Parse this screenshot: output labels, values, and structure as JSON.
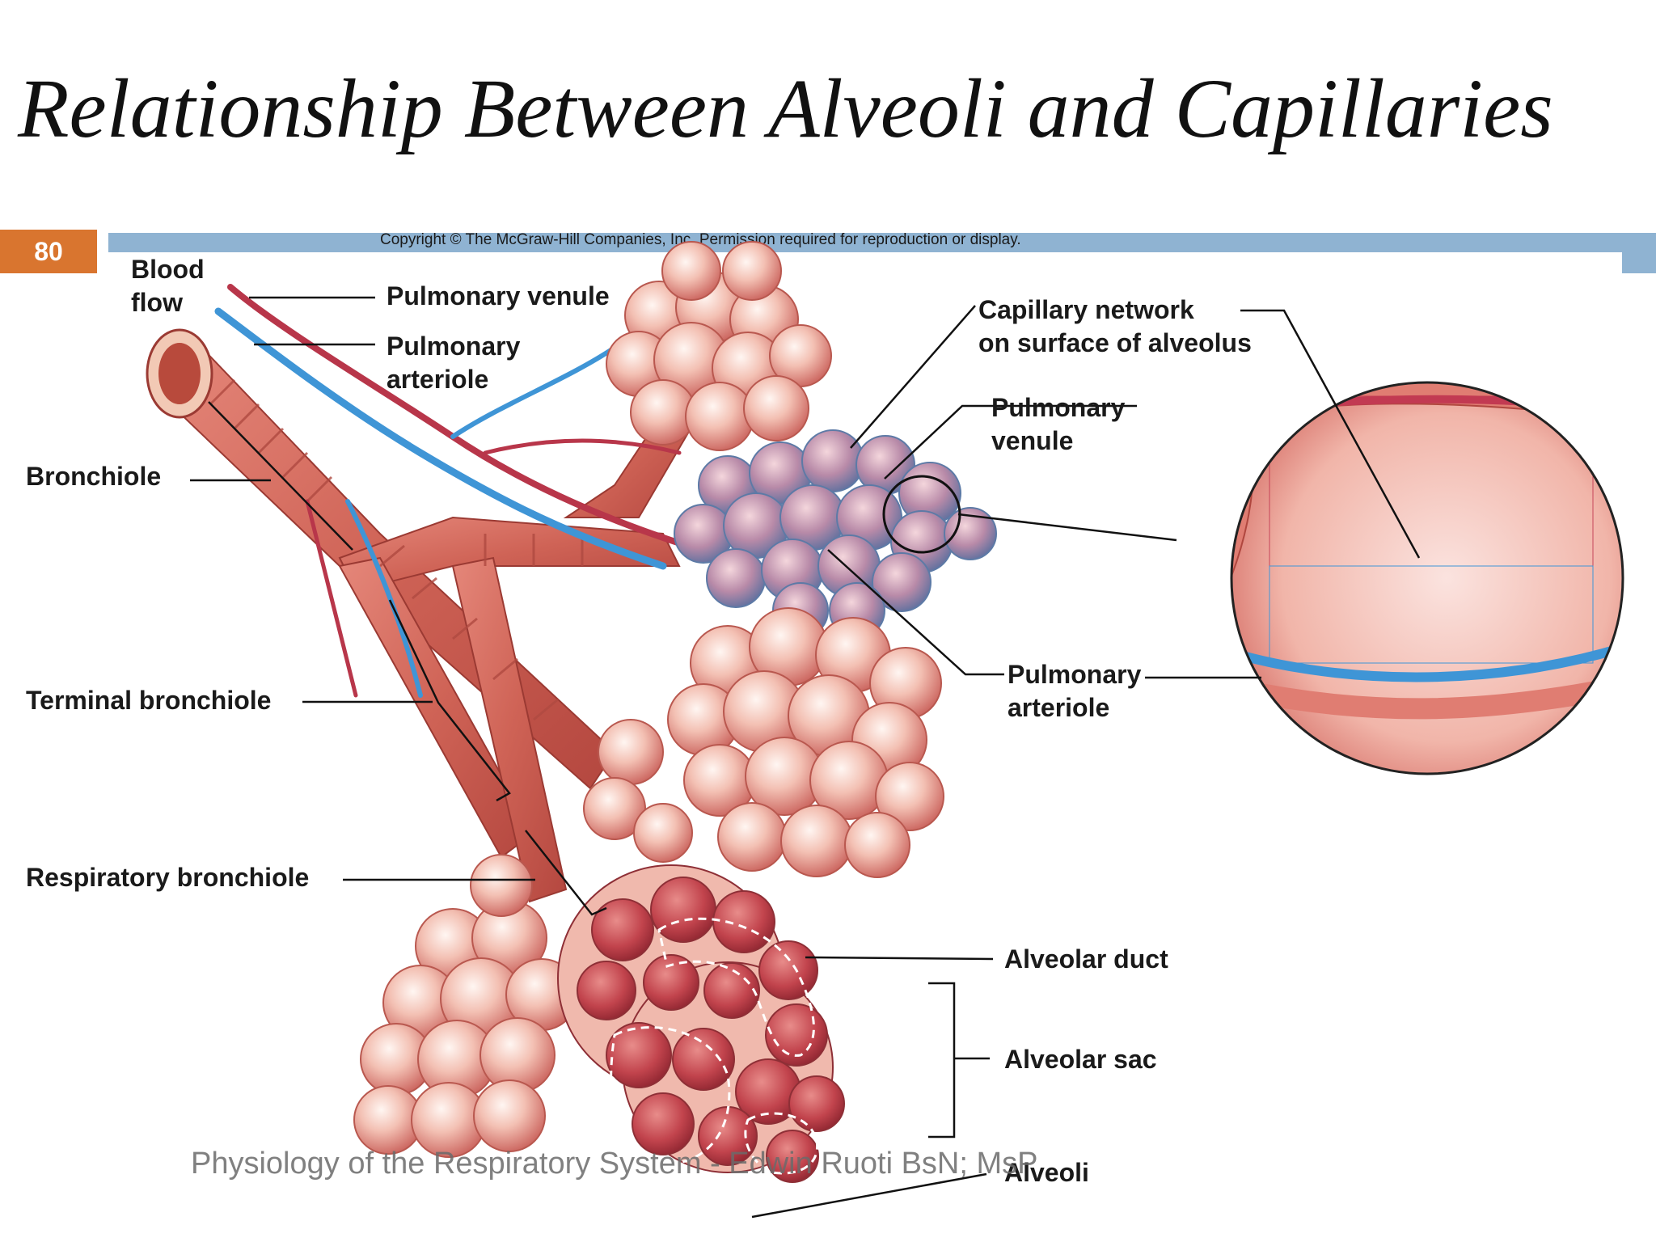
{
  "slide": {
    "title": "Relationship Between Alveoli and Capillaries",
    "number": "80",
    "copyright": "Copyright © The McGraw-Hill Companies, Inc. Permission required for reproduction or display.",
    "footer": "Physiology of the Respiratory System - Edwin Ruoti BsN; MsP"
  },
  "labels": {
    "blood_flow": "Blood\nflow",
    "pulmonary_venule": "Pulmonary venule",
    "pulmonary_arteriole": "Pulmonary\narteriole",
    "bronchiole": "Bronchiole",
    "terminal_bronchiole": "Terminal bronchiole",
    "respiratory_bronchiole": "Respiratory bronchiole",
    "capillary_network": "Capillary network\non surface of alveolus",
    "inset_pulmonary_venule": "Pulmonary\nvenule",
    "inset_pulmonary_arteriole": "Pulmonary\narteriole",
    "alveolar_duct": "Alveolar duct",
    "alveolar_sac": "Alveolar sac",
    "alveoli": "Alveoli"
  },
  "colors": {
    "accent": "#d9752f",
    "header_bar": "#8fb3d2",
    "tissue": "#e79a8f",
    "tissue_dark": "#c4554d",
    "artery_blue": "#3f95d6",
    "vein_red": "#b8364a"
  }
}
